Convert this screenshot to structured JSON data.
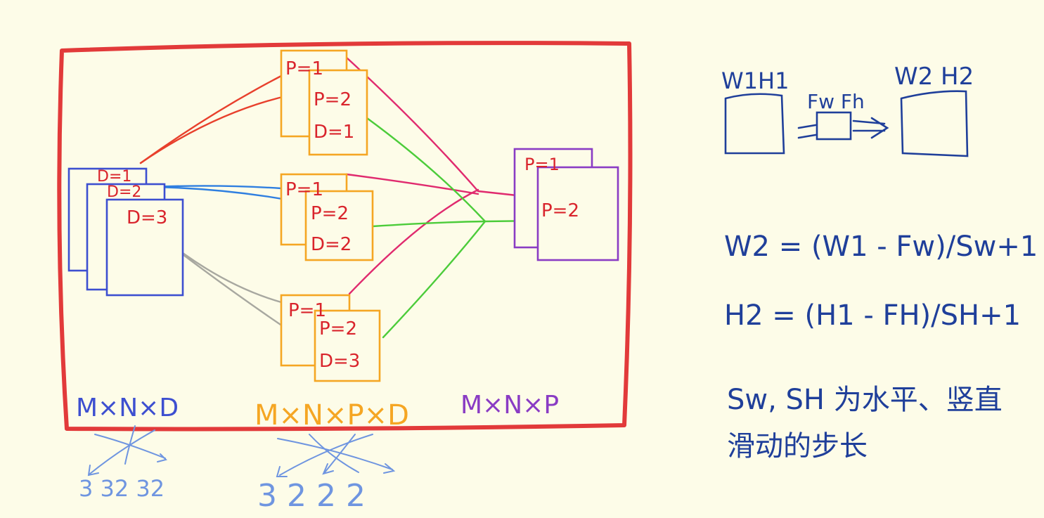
{
  "colors": {
    "background": "#fdfce8",
    "frame": "#e23a3a",
    "input": "#3d4fd0",
    "filter": "#f5a623",
    "output": "#8a3cc4",
    "label_red": "#d9242c",
    "ink_blue": "#1f3f9a",
    "light_blue": "#6f95e0",
    "line_red": "#e8402c",
    "line_blue": "#2f7fe0",
    "line_gray": "#a8a8a0",
    "line_pink": "#e02a6e",
    "line_green": "#4ccc3a"
  },
  "input": {
    "labels": [
      "D=1",
      "D=2",
      "D=3"
    ],
    "dims": "M×N×D"
  },
  "filters": {
    "groups": [
      {
        "labels": [
          "P=1",
          "P=2",
          "D=1"
        ]
      },
      {
        "labels": [
          "P=1",
          "P=2",
          "D=2"
        ]
      },
      {
        "labels": [
          "P=1",
          "P=2",
          "D=3"
        ]
      }
    ],
    "dims": "M×N×P×D"
  },
  "output": {
    "labels": [
      "P=1",
      "P=2"
    ],
    "dims": "M×N×P"
  },
  "bottom": {
    "left_nums": "3 32 32",
    "right_nums": "3 2 2 2"
  },
  "notes": {
    "in_label": "W1H1",
    "filter_label": "Fw Fh",
    "out_label": "W2 H2",
    "eq1": "W2 = (W1 - Fw)/Sw+1",
    "eq2": "H2 = (H1 - FH)/SH+1",
    "text1": "Sw, SH 为水平、竖直",
    "text2": "滑动的步长"
  }
}
